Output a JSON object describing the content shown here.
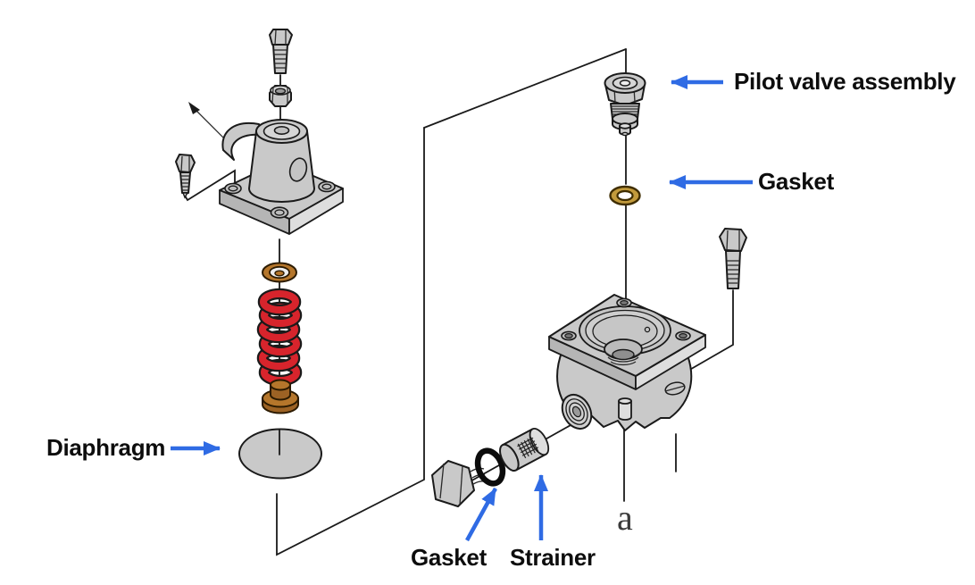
{
  "diagram": {
    "kind": "exploded-parts-diagram",
    "labels": {
      "pilot_valve_assembly": "Pilot valve assembly",
      "gasket_upper": "Gasket",
      "diaphragm": "Diaphragm",
      "gasket_lower": "Gasket",
      "strainer": "Strainer",
      "section_marker": "a"
    },
    "colors": {
      "arrow_blue": "#2f6be4",
      "spring_red": "#d7242c",
      "washer_bronze": "#b5762b",
      "gasket_ring_gold": "#c29a3c",
      "part_gray": "#c9c9c9",
      "outline": "#1a1a1a",
      "background": "#ffffff"
    }
  }
}
